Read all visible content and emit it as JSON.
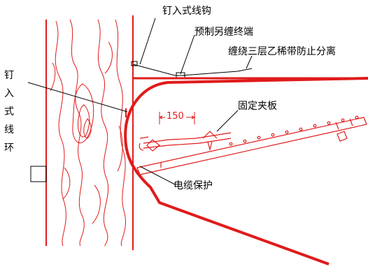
{
  "labels": {
    "nail_hook": "钉入式线钩",
    "prefab_end": "预制另缠终端",
    "wrap_pe": "缠绕三层乙稀带防止分离",
    "fixed_clamp": "固定夹板",
    "cable_protection": "电缆保护",
    "nail_ring": [
      "钉",
      "入",
      "式",
      "线",
      "环"
    ]
  },
  "dimension": "150",
  "colors": {
    "red": "#e01b1b",
    "black": "#000000"
  }
}
